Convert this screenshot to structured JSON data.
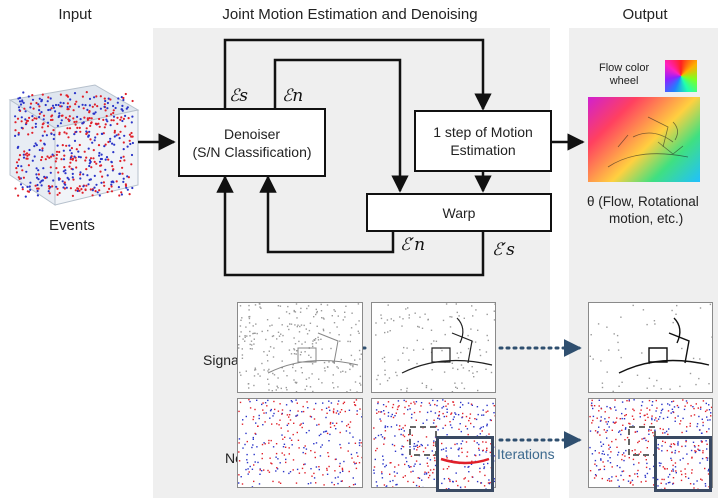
{
  "headers": {
    "input": "Input",
    "joint": "Joint Motion Estimation and Denoising",
    "output": "Output"
  },
  "input": {
    "events_label": "Events"
  },
  "boxes": {
    "denoiser_line1": "Denoiser",
    "denoiser_line2": "(S/N Classification)",
    "motion_line1": "1 step of Motion",
    "motion_line2": "Estimation",
    "warp": "Warp"
  },
  "symbols": {
    "es": "ℰs",
    "en": "ℰn",
    "en_prime": "ℰ′n",
    "es_prime": "ℰ′s",
    "es_row": "ℰs",
    "en_row": "ℰn"
  },
  "output": {
    "wheel_line1": "Flow color",
    "wheel_line2": "wheel",
    "theta_line1": "θ (Flow, Rotational",
    "theta_line2": "motion, etc.)"
  },
  "rows": {
    "signal_label": "Signal IWE",
    "noise_label": "Noise",
    "iterations": "Iterations"
  },
  "colors": {
    "panel": "#efefef",
    "arrow": "#111111",
    "dotted": "#2f4f6f",
    "zoom_frame": "#3a4a63",
    "event_red": "#e0202a",
    "event_blue": "#2a34c8"
  }
}
